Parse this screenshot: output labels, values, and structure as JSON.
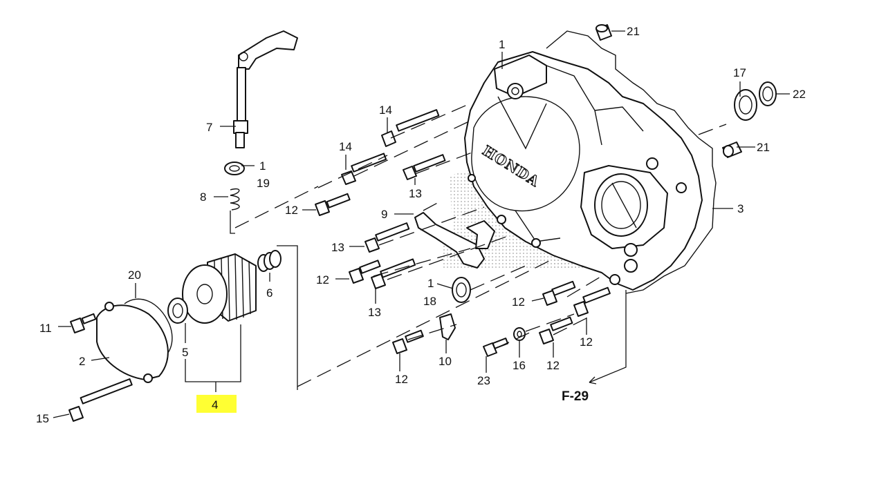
{
  "diagram": {
    "brand_text": "HONDA",
    "reference_label": "F-29",
    "highlight_color": "#ffff33",
    "labels": [
      {
        "id": "c1",
        "text": "1"
      },
      {
        "id": "c2",
        "text": "1"
      },
      {
        "id": "c3",
        "text": "19"
      },
      {
        "id": "c4",
        "text": "7"
      },
      {
        "id": "c5",
        "text": "8"
      },
      {
        "id": "c6",
        "text": "21"
      },
      {
        "id": "c7",
        "text": "21"
      },
      {
        "id": "c8",
        "text": "17"
      },
      {
        "id": "c9",
        "text": "22"
      },
      {
        "id": "c10",
        "text": "3"
      },
      {
        "id": "c11",
        "text": "14"
      },
      {
        "id": "c12",
        "text": "14"
      },
      {
        "id": "c13",
        "text": "13"
      },
      {
        "id": "c14",
        "text": "12"
      },
      {
        "id": "c15",
        "text": "9"
      },
      {
        "id": "c16",
        "text": "13"
      },
      {
        "id": "c17",
        "text": "12"
      },
      {
        "id": "c18",
        "text": "13"
      },
      {
        "id": "c19",
        "text": "1"
      },
      {
        "id": "c20",
        "text": "18"
      },
      {
        "id": "c21",
        "text": "12"
      },
      {
        "id": "c22",
        "text": "12"
      },
      {
        "id": "c23",
        "text": "12"
      },
      {
        "id": "c24",
        "text": "10"
      },
      {
        "id": "c25",
        "text": "12"
      },
      {
        "id": "c26",
        "text": "16"
      },
      {
        "id": "c27",
        "text": "23"
      },
      {
        "id": "c28",
        "text": "20"
      },
      {
        "id": "c29",
        "text": "6"
      },
      {
        "id": "c30",
        "text": "11"
      },
      {
        "id": "c31",
        "text": "2"
      },
      {
        "id": "c32",
        "text": "5"
      },
      {
        "id": "c33",
        "text": "4"
      },
      {
        "id": "c34",
        "text": "15"
      }
    ]
  }
}
